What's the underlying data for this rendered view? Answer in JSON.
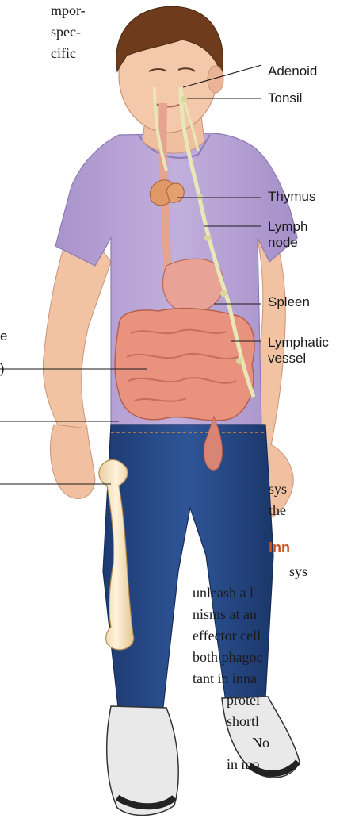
{
  "labels": {
    "adenoid": "Adenoid",
    "tonsil": "Tonsil",
    "thymus": "Thymus",
    "lymph_node": [
      "Lymph",
      "node"
    ],
    "spleen": "Spleen",
    "lymphatic_vessel": [
      "Lymphatic",
      "vessel"
    ],
    "cut_left_1": "e",
    "cut_left_2": ")"
  },
  "text_fragments": {
    "top_left": [
      "mpor-",
      "spec-",
      "cific"
    ],
    "right_lines": [
      "sys",
      "the"
    ],
    "heading": "Inn",
    "lower_lines": [
      "sys",
      "unleash a l",
      "nisms at an",
      "effector cell",
      "both phagoc",
      "tant in inna",
      "protei",
      "shortl",
      "No",
      "in mo"
    ]
  },
  "colors": {
    "shirt": "#b4a0d2",
    "jeans": "#24457f",
    "skin": "#f3c4a6",
    "hair": "#6b3b1d",
    "organ": "#e49080",
    "lymph": "#efeecd",
    "heading": "#d0531f"
  }
}
